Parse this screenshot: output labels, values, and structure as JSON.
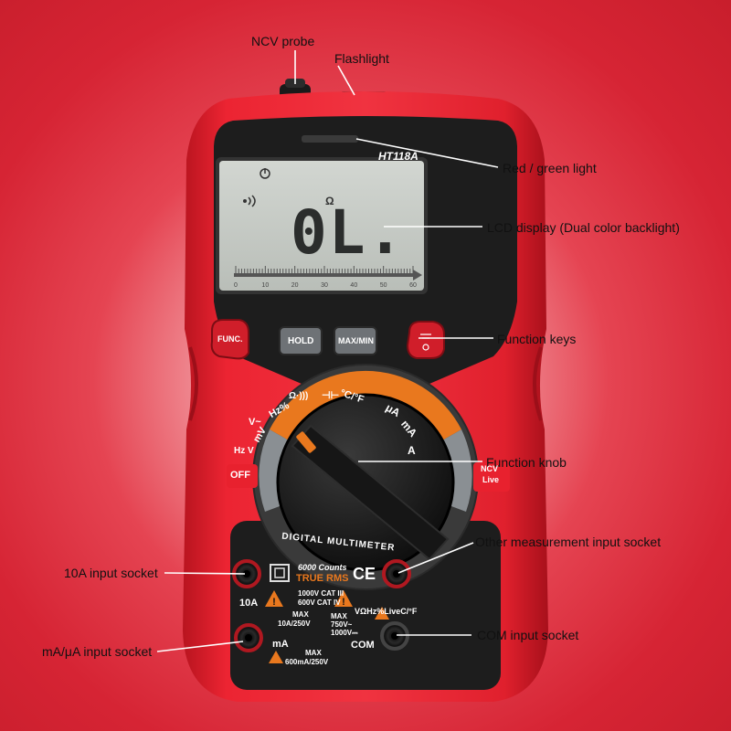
{
  "callouts": {
    "ncv_probe": "NCV probe",
    "flashlight": "Flashlight",
    "red_green_light": "Red / green light",
    "lcd_display": "LCD display (Dual color backlight)",
    "function_keys": "Function keys",
    "function_knob": "Function knob",
    "other_socket": "Other measurement input socket",
    "ten_a_socket": "10A input socket",
    "com_socket": "COM input socket",
    "ma_socket": "mA/μA input socket"
  },
  "device": {
    "model": "HT118A",
    "lcd": {
      "reading": "0L.",
      "unit": "Ω",
      "scale_ticks": [
        "0",
        "10",
        "20",
        "30",
        "40",
        "50",
        "60"
      ]
    },
    "buttons": {
      "func": "FUNC.",
      "hold": "HOLD",
      "maxmin": "MAX/MIN"
    },
    "dial": {
      "positions": [
        "Hz%",
        "Ω·)))",
        "⊣⊢",
        "°C/°F",
        "μA",
        "mA",
        "A",
        "NCV Live",
        "V~",
        "mV",
        "Hz V",
        "OFF"
      ],
      "off_label": "OFF",
      "ncv_label": "NCV",
      "live_label": "Live"
    },
    "panel": {
      "title": "DIGITAL MULTIMETER",
      "counts": "6000 Counts",
      "true_rms": "TRUE RMS",
      "cat_line1": "1000V CAT III",
      "cat_line2": "600V CAT IV",
      "ce_mark": "CE",
      "ten_a_label": "10A",
      "ten_a_max": "MAX",
      "ten_a_rating": "10A/250V",
      "v_label": "VΩHz%LiveC/°F",
      "v_max": "MAX",
      "v_ac": "750V~",
      "v_dc": "1000V⎓",
      "ma_label": "mA",
      "ma_max": "MAX",
      "ma_rating": "600mA/250V",
      "com_label": "COM"
    }
  },
  "colors": {
    "body_red": "#e8212e",
    "face_black": "#1c1c1c",
    "lcd_gray": "#c9cdc8",
    "dial_orange": "#e9781e"
  }
}
